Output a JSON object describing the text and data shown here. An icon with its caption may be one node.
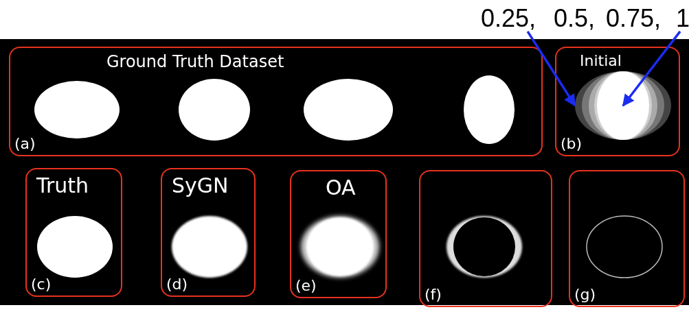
{
  "diagram": {
    "nodes": [
      {
        "text": [
          "Ground Truth Dataset",
          "(a)"
        ]
      },
      {
        "text": [
          "Initial",
          "(b)"
        ]
      },
      {
        "text": [
          "Truth",
          "(c)"
        ]
      },
      {
        "text": [
          "SyGN",
          "(d)"
        ]
      },
      {
        "text": [
          "OA",
          "(e)"
        ]
      },
      {
        "text": [
          "(f)"
        ]
      },
      {
        "text": [
          "(g)"
        ]
      },
      {
        "text": [
          "0.25,"
        ]
      },
      {
        "text": [
          "1"
        ]
      },
      {
        "text": [],
        "shape": "ellipse",
        "in": 1
      },
      {
        "text": [],
        "shape": "ellipse",
        "in": 9
      }
    ],
    "edges": [
      {
        "from": 7,
        "to": 9,
        "arrow": "to"
      },
      {
        "from": 8,
        "to": 10,
        "arrow": "to"
      }
    ],
    "labels": [
      "0.5,",
      "0.75,"
    ]
  }
}
